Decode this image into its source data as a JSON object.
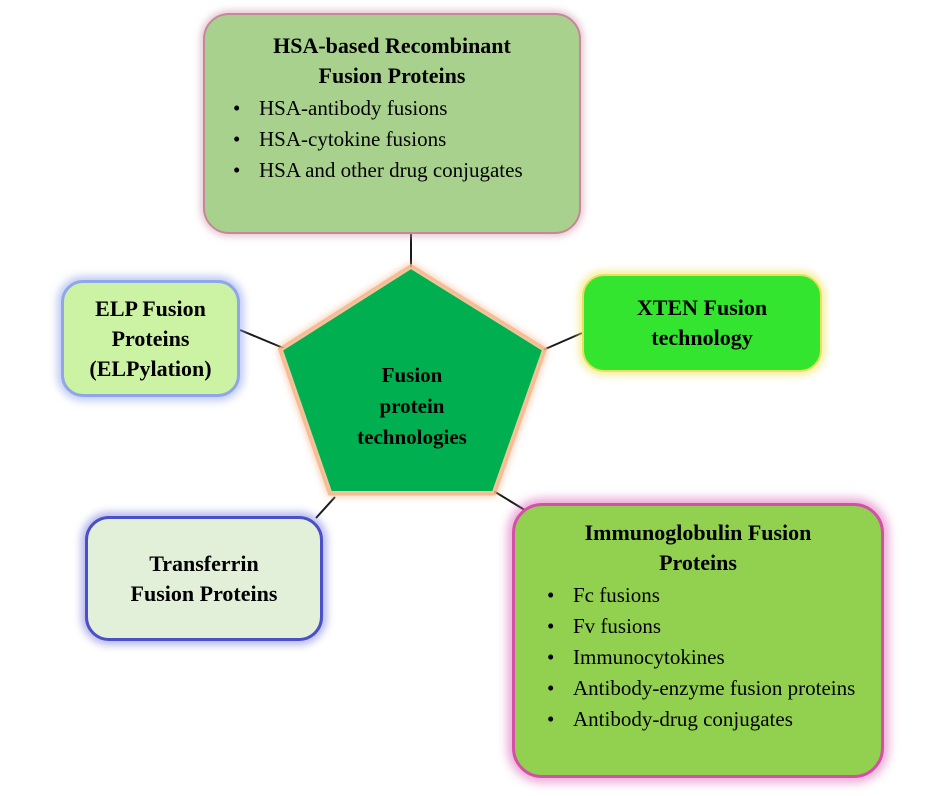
{
  "center": {
    "label_lines": [
      "Fusion",
      "protein",
      "technologies"
    ]
  },
  "nodes": {
    "hsa": {
      "title_lines": [
        "HSA-based Recombinant",
        "Fusion Proteins"
      ],
      "items": [
        "HSA-antibody fusions",
        "HSA-cytokine fusions",
        "HSA and other drug conjugates"
      ]
    },
    "elp": {
      "title_lines": [
        "ELP Fusion",
        "Proteins",
        "(ELPylation)"
      ]
    },
    "xten": {
      "title_lines": [
        "XTEN Fusion",
        "technology"
      ]
    },
    "transferrin": {
      "title_lines": [
        "Transferrin",
        "Fusion Proteins"
      ]
    },
    "immunoglobulin": {
      "title_lines": [
        "Immunoglobulin Fusion",
        "Proteins"
      ],
      "items": [
        "Fc fusions",
        "Fv fusions",
        "Immunocytokines",
        "Antibody-enzyme fusion proteins",
        "Antibody-drug conjugates"
      ]
    }
  },
  "colors": {
    "pentagon_fill": "#00b050",
    "pentagon_glow": "#f4b183",
    "connector": "#1a1a1a"
  }
}
